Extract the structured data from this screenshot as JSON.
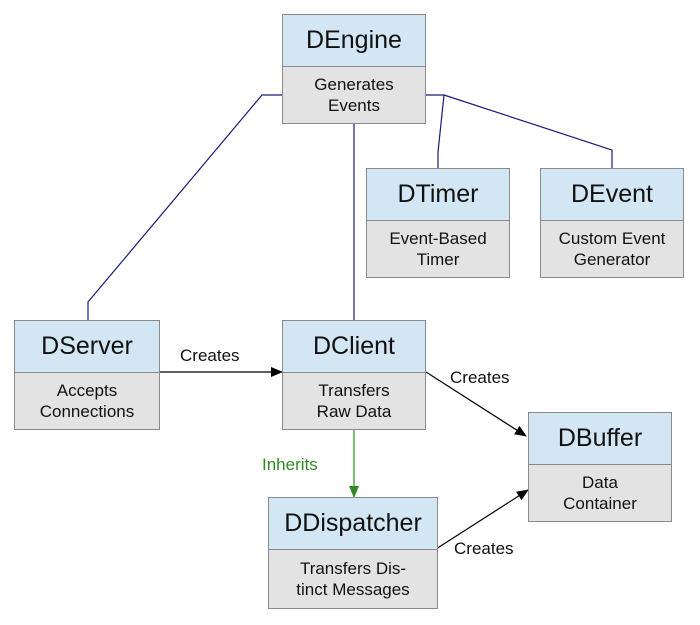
{
  "nodes": {
    "dengine": {
      "name": "DEngine",
      "lines": [
        "Generates",
        "Events"
      ]
    },
    "dtimer": {
      "name": "DTimer",
      "lines": [
        "Event-Based",
        "Timer"
      ]
    },
    "devent": {
      "name": "DEvent",
      "lines": [
        "Custom Event",
        "Generator"
      ]
    },
    "dserver": {
      "name": "DServer",
      "lines": [
        "Accepts",
        "Connections"
      ]
    },
    "dclient": {
      "name": "DClient",
      "lines": [
        "Transfers",
        "Raw Data"
      ]
    },
    "dbuffer": {
      "name": "DBuffer",
      "lines": [
        "Data",
        "Container"
      ]
    },
    "ddispatcher": {
      "name": "DDispatcher",
      "lines": [
        "Transfers Dis-",
        "tinct Messages"
      ]
    }
  },
  "edges": {
    "server_client": {
      "label": "Creates"
    },
    "client_buffer": {
      "label": "Creates"
    },
    "dispatcher_buffer": {
      "label": "Creates"
    },
    "client_dispatcher": {
      "label": "Inherits"
    }
  },
  "colors": {
    "header_fill": "#d3e6f3",
    "body_fill": "#e3e3e3",
    "association_line": "#1a1a7a",
    "creates_arrow": "#000000",
    "inherits_arrow": "#2e8b22"
  }
}
